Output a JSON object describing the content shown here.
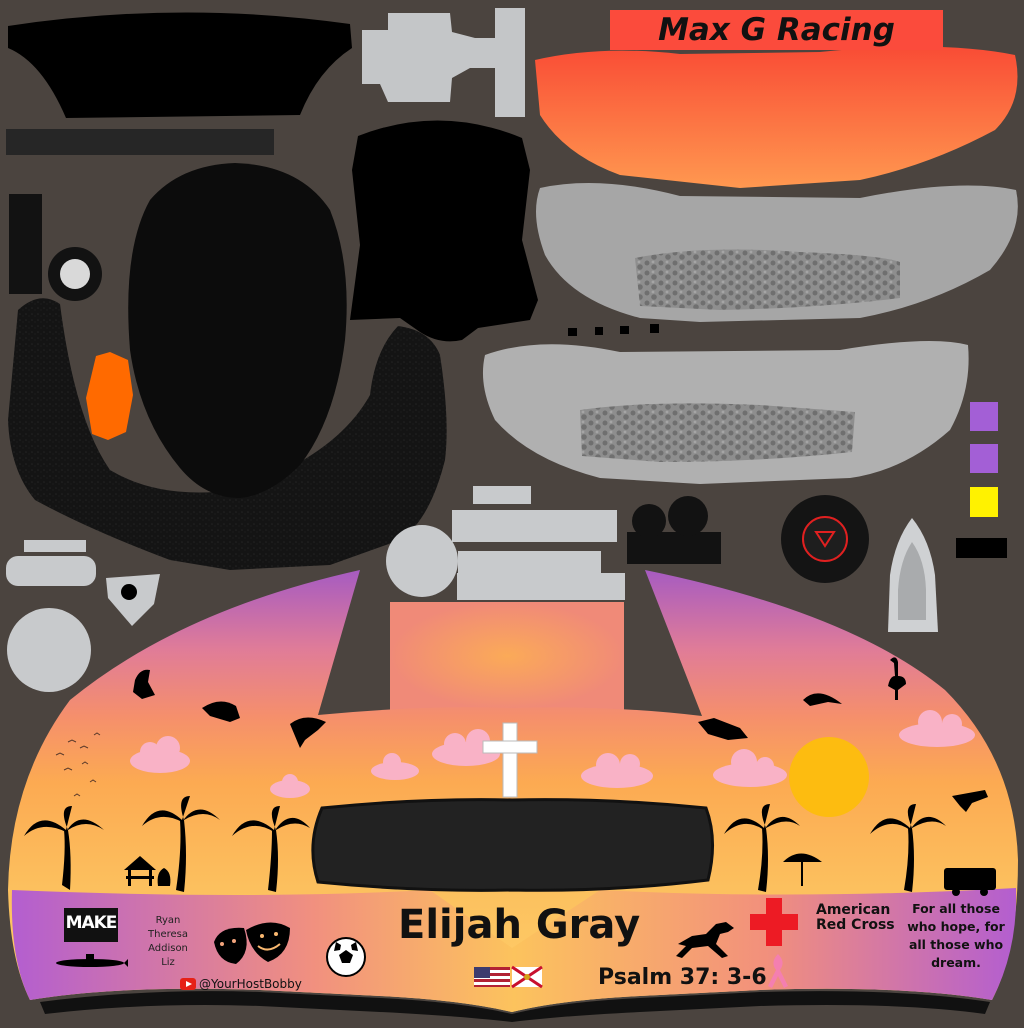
{
  "canvas": {
    "background": "#4b443f"
  },
  "texts": {
    "team_banner": "Max G Racing",
    "driver_name": "Elijah Gray",
    "verse": "Psalm 37: 3-6",
    "charity": "American Red Cross",
    "quote": "For all those who hope, for all those who dream.",
    "names": "Ryan Theresa Addison Liz",
    "social_handle": "@YourHostBobby",
    "sponsor_logo": "MAKE"
  },
  "icons": [
    "cross-icon",
    "red-cross-icon",
    "pink-ribbon-icon",
    "horse-icon",
    "drama-masks-icon",
    "soccer-ball-icon",
    "youtube-icon",
    "usa-flag-icon",
    "florida-flag-icon",
    "submarine-icon",
    "seagull-icon",
    "manatee-icon",
    "shark-icon",
    "dolphin-icon",
    "flamingo-icon",
    "alligator-icon",
    "airplane-icon",
    "bus-icon",
    "palm-tree-icon",
    "beach-umbrella-icon",
    "tiki-hut-icon",
    "sun-icon",
    "cloud-icon"
  ],
  "colors": {
    "sunset_top": "#a65bc1",
    "sunset_mid": "#f2877a",
    "sunset_low": "#fcae4c",
    "sunset_band": "#ffd06a",
    "bottom_band": "#b35ed0",
    "banner_red": "#fb4b3c",
    "visor_orange_top": "#f94c35",
    "visor_orange_bottom": "#ff9850",
    "sun": "#fdbc10",
    "cloud": "#f9b2c6",
    "swatch_purple": "#a35fd6",
    "swatch_yellow": "#fff200",
    "light_grey": "#c8c8c8",
    "dark_black": "#121212"
  }
}
